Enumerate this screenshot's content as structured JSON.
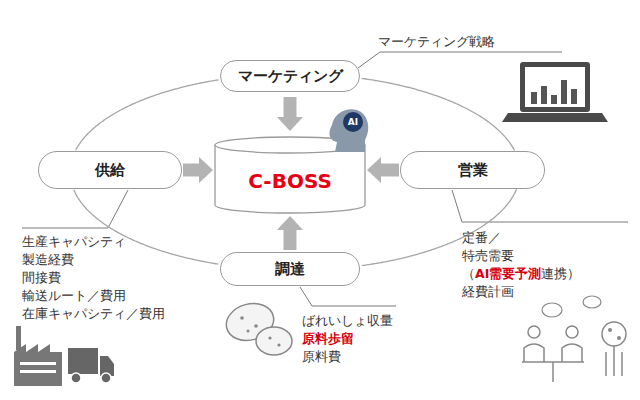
{
  "diagram": {
    "nodes": [
      {
        "text": [
          "マーケティング"
        ]
      },
      {
        "text": [
          "供給"
        ]
      },
      {
        "text": [
          "C-BOSS"
        ]
      },
      {
        "text": [
          "営業"
        ]
      },
      {
        "text": [
          "調達"
        ]
      }
    ],
    "edges": [
      {
        "from": 0,
        "to": 2,
        "arrow": "to"
      },
      {
        "from": 1,
        "to": 2,
        "arrow": "to"
      },
      {
        "from": 3,
        "to": 2,
        "arrow": "to"
      },
      {
        "from": 4,
        "to": 2,
        "arrow": "to"
      },
      {
        "from": 0,
        "to": 3,
        "arrow": "none"
      },
      {
        "from": 3,
        "to": 4,
        "arrow": "none"
      },
      {
        "from": 4,
        "to": 1,
        "arrow": "none"
      },
      {
        "from": 1,
        "to": 0,
        "arrow": "none"
      }
    ],
    "labels": [
      "AI",
      "マーケティング戦略",
      "生産キャパシティ",
      "製造経費",
      "間接費",
      "輸送ルート／費用",
      "在庫キャパシティ／費用",
      "定番／",
      "特売需要",
      "（",
      "AI需要予測",
      "連携）",
      "経費計画",
      "ばれいしょ収量",
      "原料歩留",
      "原料費"
    ]
  }
}
